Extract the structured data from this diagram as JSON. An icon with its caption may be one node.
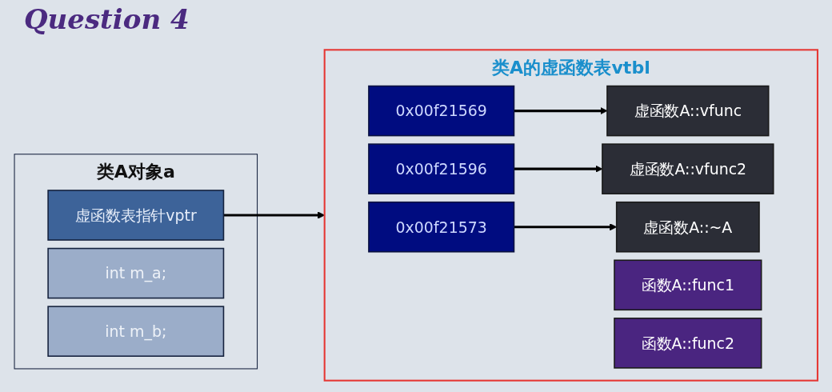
{
  "diagram": {
    "title": "Question 4",
    "nodes": [
      {
        "text": [
          "类A对象a"
        ]
      },
      {
        "text": [
          "虚函数表指针vptr"
        ],
        "in": 0
      },
      {
        "text": [
          "int m_a;"
        ],
        "in": 0
      },
      {
        "text": [
          "int m_b;"
        ],
        "in": 0
      },
      {
        "text": [
          "类A的虚函数表vtbl"
        ]
      },
      {
        "text": [
          "0x00f21569"
        ],
        "in": 4
      },
      {
        "text": [
          "0x00f21596"
        ],
        "in": 4
      },
      {
        "text": [
          "0x00f21573"
        ],
        "in": 4
      },
      {
        "text": [
          "虚函数A::vfunc"
        ],
        "in": 4
      },
      {
        "text": [
          "虚函数A::vfunc2"
        ],
        "in": 4
      },
      {
        "text": [
          "虚函数A::~A"
        ],
        "in": 4
      },
      {
        "text": [
          "函数A::func1"
        ],
        "in": 4
      },
      {
        "text": [
          "函数A::func2"
        ],
        "in": 4
      }
    ],
    "edges": [
      {
        "from": 1,
        "to": 4,
        "arrow": "to"
      },
      {
        "from": 5,
        "to": 8,
        "arrow": "to"
      },
      {
        "from": 6,
        "to": 9,
        "arrow": "to"
      },
      {
        "from": 7,
        "to": 10,
        "arrow": "to"
      }
    ]
  }
}
